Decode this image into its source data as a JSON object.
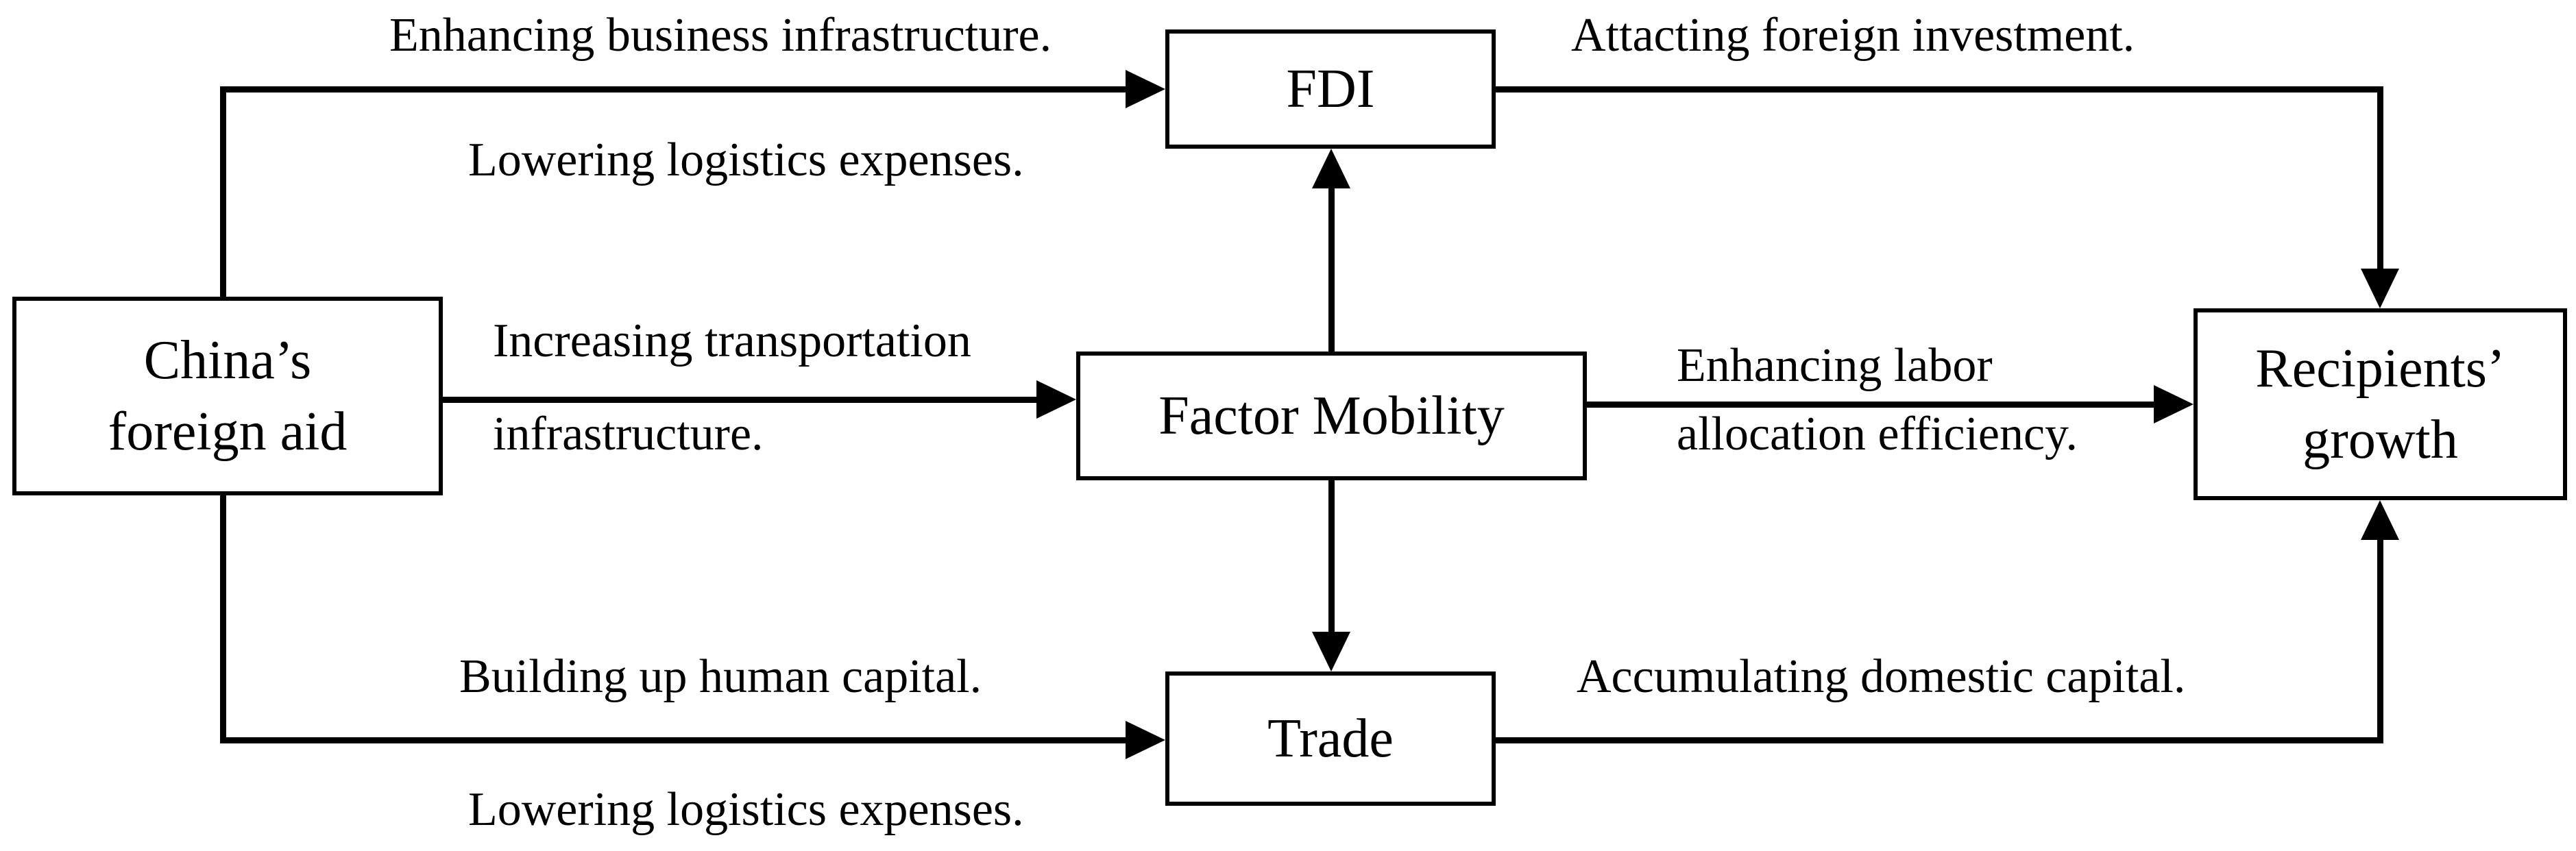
{
  "diagram": {
    "background_color": "#ffffff",
    "line_color": "#000000",
    "nodes": {
      "china": {
        "line1": "China’s",
        "line2": "foreign aid"
      },
      "fdi": {
        "label": "FDI"
      },
      "factor_mobility": {
        "label": "Factor Mobility"
      },
      "trade": {
        "label": "Trade"
      },
      "recipients": {
        "line1": "Recipients’",
        "line2": "growth"
      }
    },
    "edge_labels": {
      "china_fdi_above": "Enhancing business infrastructure.",
      "china_fdi_below": "Lowering logistics expenses.",
      "china_factor_above": "Increasing transportation",
      "china_factor_below": "infrastructure.",
      "fdi_recipients": "Attacting foreign investment.",
      "factor_recipients_above": "Enhancing labor",
      "factor_recipients_below": "allocation efficiency.",
      "china_trade_above": "Building up human capital.",
      "china_trade_below": "Lowering logistics expenses.",
      "trade_recipients": "Accumulating domestic capital."
    }
  }
}
